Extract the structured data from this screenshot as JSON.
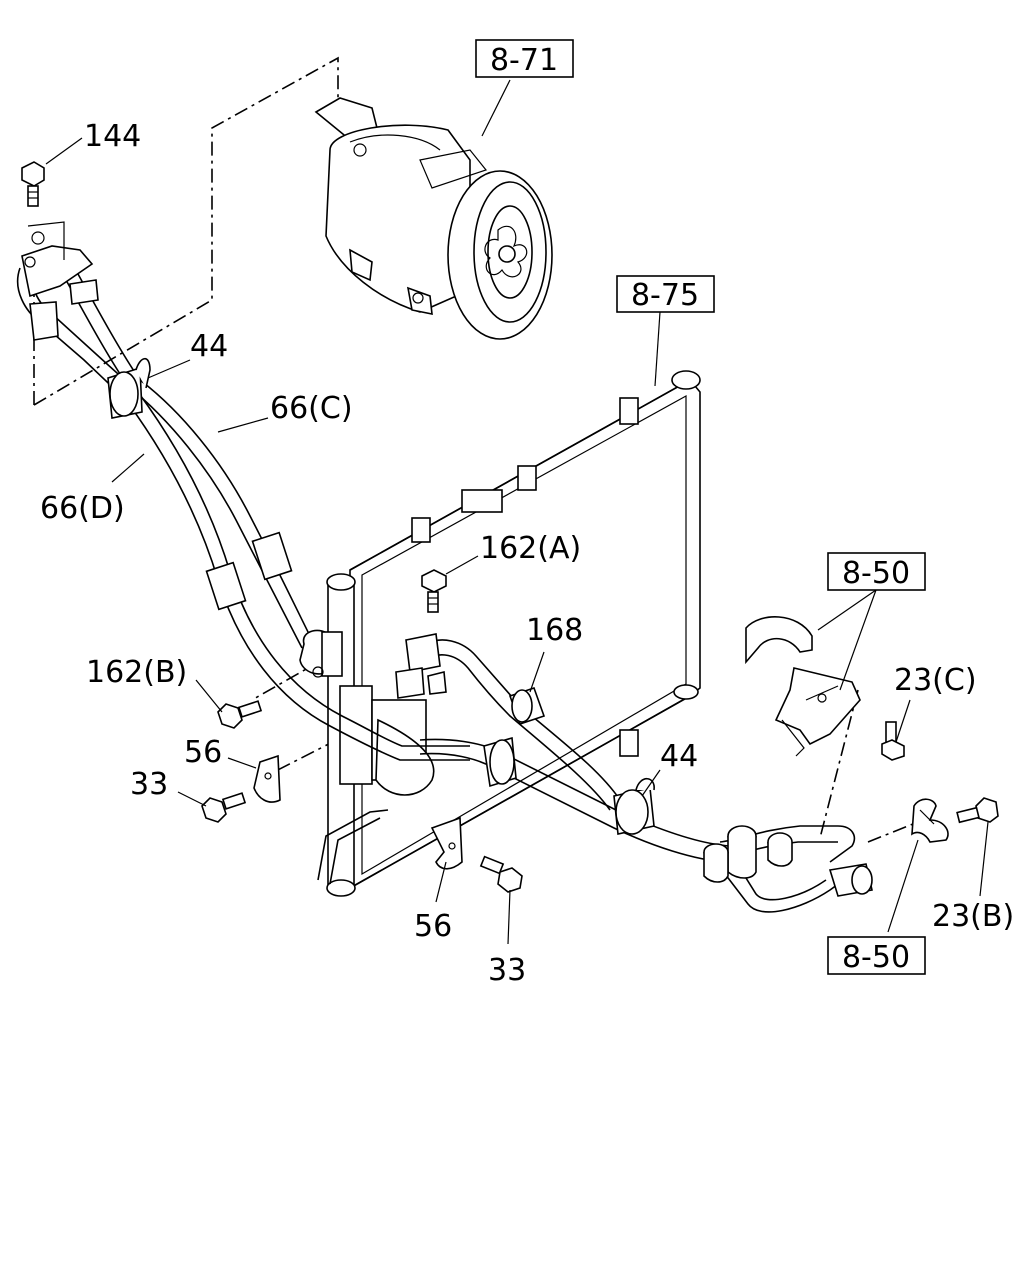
{
  "labels": {
    "ref_compressor": "8-71",
    "ref_condenser": "8-75",
    "ref_bracket_upper": "8-50",
    "ref_bracket_lower": "8-50",
    "bolt_144": "144",
    "clip_44_upper": "44",
    "clip_44_lower": "44",
    "hose_66c": "66(C)",
    "hose_66d": "66(D)",
    "bolt_162a": "162(A)",
    "bolt_162b": "162(B)",
    "pipe_168": "168",
    "bracket_56_left": "56",
    "bracket_56_lower": "56",
    "bolt_33_left": "33",
    "bolt_33_lower": "33",
    "bolt_23c": "23(C)",
    "bolt_23b": "23(B)"
  }
}
